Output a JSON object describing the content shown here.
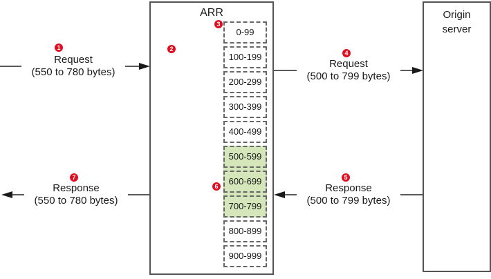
{
  "arr": {
    "title": "ARR",
    "ranges": [
      {
        "label": "0-99",
        "highlighted": false
      },
      {
        "label": "100-199",
        "highlighted": false
      },
      {
        "label": "200-299",
        "highlighted": false
      },
      {
        "label": "300-399",
        "highlighted": false
      },
      {
        "label": "400-499",
        "highlighted": false
      },
      {
        "label": "500-599",
        "highlighted": true
      },
      {
        "label": "600-699",
        "highlighted": true
      },
      {
        "label": "700-799",
        "highlighted": true
      },
      {
        "label": "800-899",
        "highlighted": false
      },
      {
        "label": "900-999",
        "highlighted": false
      }
    ]
  },
  "origin": {
    "title": "Origin\nserver"
  },
  "markers": {
    "m1": "1",
    "m2": "2",
    "m3": "3",
    "m4": "4",
    "m5": "5",
    "m6": "6",
    "m7": "7"
  },
  "flows": {
    "request_in": {
      "step": "1",
      "line1": "Request",
      "line2": "(550 to 780 bytes)"
    },
    "request_out": {
      "step": "4",
      "line1": "Request",
      "line2": "(500 to 799 bytes)"
    },
    "response_in": {
      "step": "5",
      "line1": "Response",
      "line2": "(500 to 799 bytes)"
    },
    "response_out": {
      "step": "7",
      "line1": "Response",
      "line2": "(550 to 780 bytes)"
    }
  },
  "colors": {
    "highlight_green": "#d5e6ba",
    "marker_red": "#e10e21",
    "line_gray": "#595959",
    "border_gray": "#545454"
  }
}
